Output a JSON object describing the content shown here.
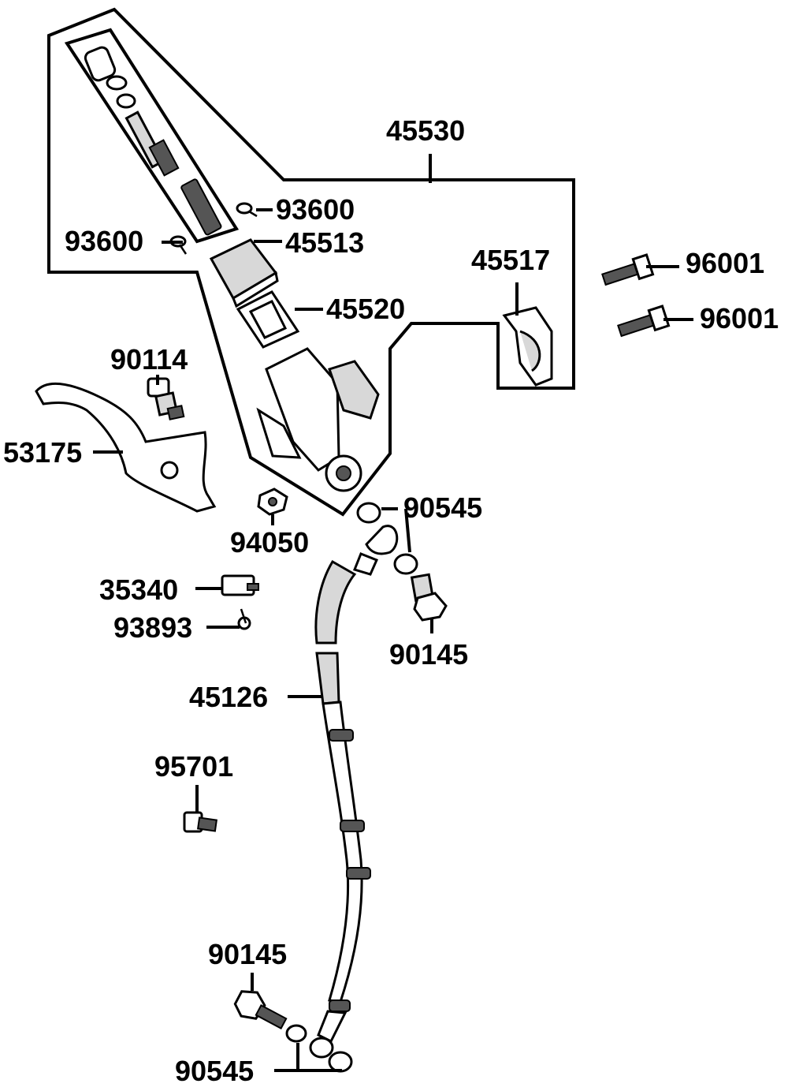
{
  "parts": {
    "p45530": "45530",
    "p93600_a": "93600",
    "p93600_b": "93600",
    "p45513": "45513",
    "p45517": "45517",
    "p96001_a": "96001",
    "p96001_b": "96001",
    "p45520": "45520",
    "p90114": "90114",
    "p53175": "53175",
    "p94050": "94050",
    "p90545_a": "90545",
    "p35340": "35340",
    "p93893": "93893",
    "p90145_a": "90145",
    "p45126": "45126",
    "p95701": "95701",
    "p90145_b": "90145",
    "p90545_b": "90545"
  }
}
